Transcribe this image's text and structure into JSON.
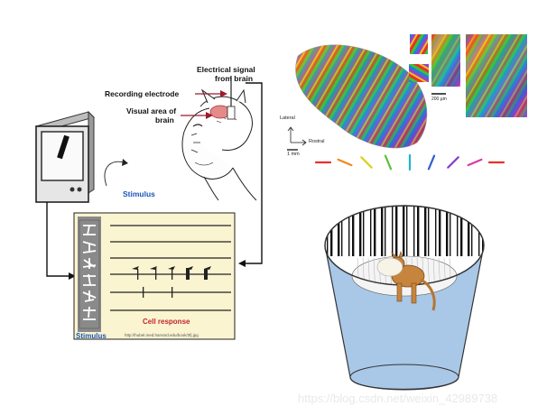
{
  "hubel_wiesel": {
    "signal_label_line1": "Electrical signal",
    "signal_label_line2": "from brain",
    "electrode_label": "Recording electrode",
    "visual_area_line1": "Visual area of",
    "visual_area_line2": "brain",
    "stimulus_label": "Stimulus",
    "panel_stimulus_label": "Stimulus",
    "cell_response_label": "Cell response",
    "source_url": "http://hubel.med.harvard.edu/book/3fj.jpg"
  },
  "orientation_map": {
    "lateral_label": "Lateral",
    "rostral_label": "Rostral",
    "scale_mm": "1 mm",
    "scale_um": "200 µm",
    "orientation_bar_colors": [
      "#e8312b",
      "#f08a1c",
      "#d9d21a",
      "#5cc13a",
      "#1fb5c8",
      "#2f5fd0",
      "#8a3fc8",
      "#d83aa8",
      "#e8312b"
    ]
  },
  "drum": {
    "fill_color": "#a9c8e8"
  },
  "watermark": "https://blog.csdn.net/weixin_42989738"
}
